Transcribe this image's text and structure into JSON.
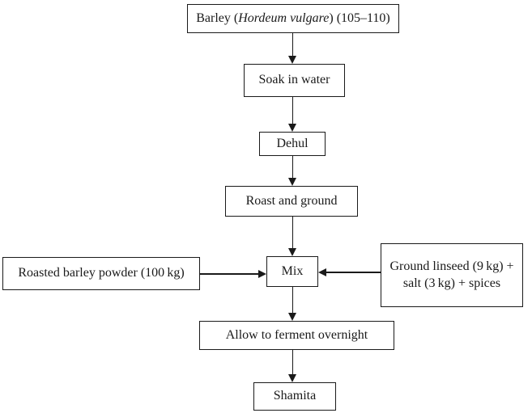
{
  "diagram": {
    "type": "flowchart",
    "subject": "Shamita preparation process",
    "colors": {
      "background": "#ffffff",
      "box_fill": "#ffffff",
      "box_border": "#1a1a1a",
      "text": "#1a1a1a",
      "arrow": "#1a1a1a"
    },
    "nodes": {
      "barley": {
        "pre": "Barley (",
        "italic": "Hordeum vulgare",
        "post": ") (105–110)"
      },
      "soak": {
        "label": "Soak in water"
      },
      "dehul": {
        "label": "Dehul"
      },
      "roast": {
        "label": "Roast and ground"
      },
      "mix": {
        "label": "Mix"
      },
      "left_input": {
        "label": "Roasted barley powder (100 kg)"
      },
      "right_input": {
        "line1": "Ground linseed (9 kg) +",
        "line2": "salt (3 kg) + spices"
      },
      "ferment": {
        "label": "Allow to ferment overnight"
      },
      "shamita": {
        "label": "Shamita"
      }
    },
    "edges": [
      "barley -> soak",
      "soak -> dehul",
      "dehul -> roast",
      "roast -> mix",
      "left_input -> mix",
      "right_input -> mix",
      "mix -> ferment",
      "ferment -> shamita"
    ]
  }
}
